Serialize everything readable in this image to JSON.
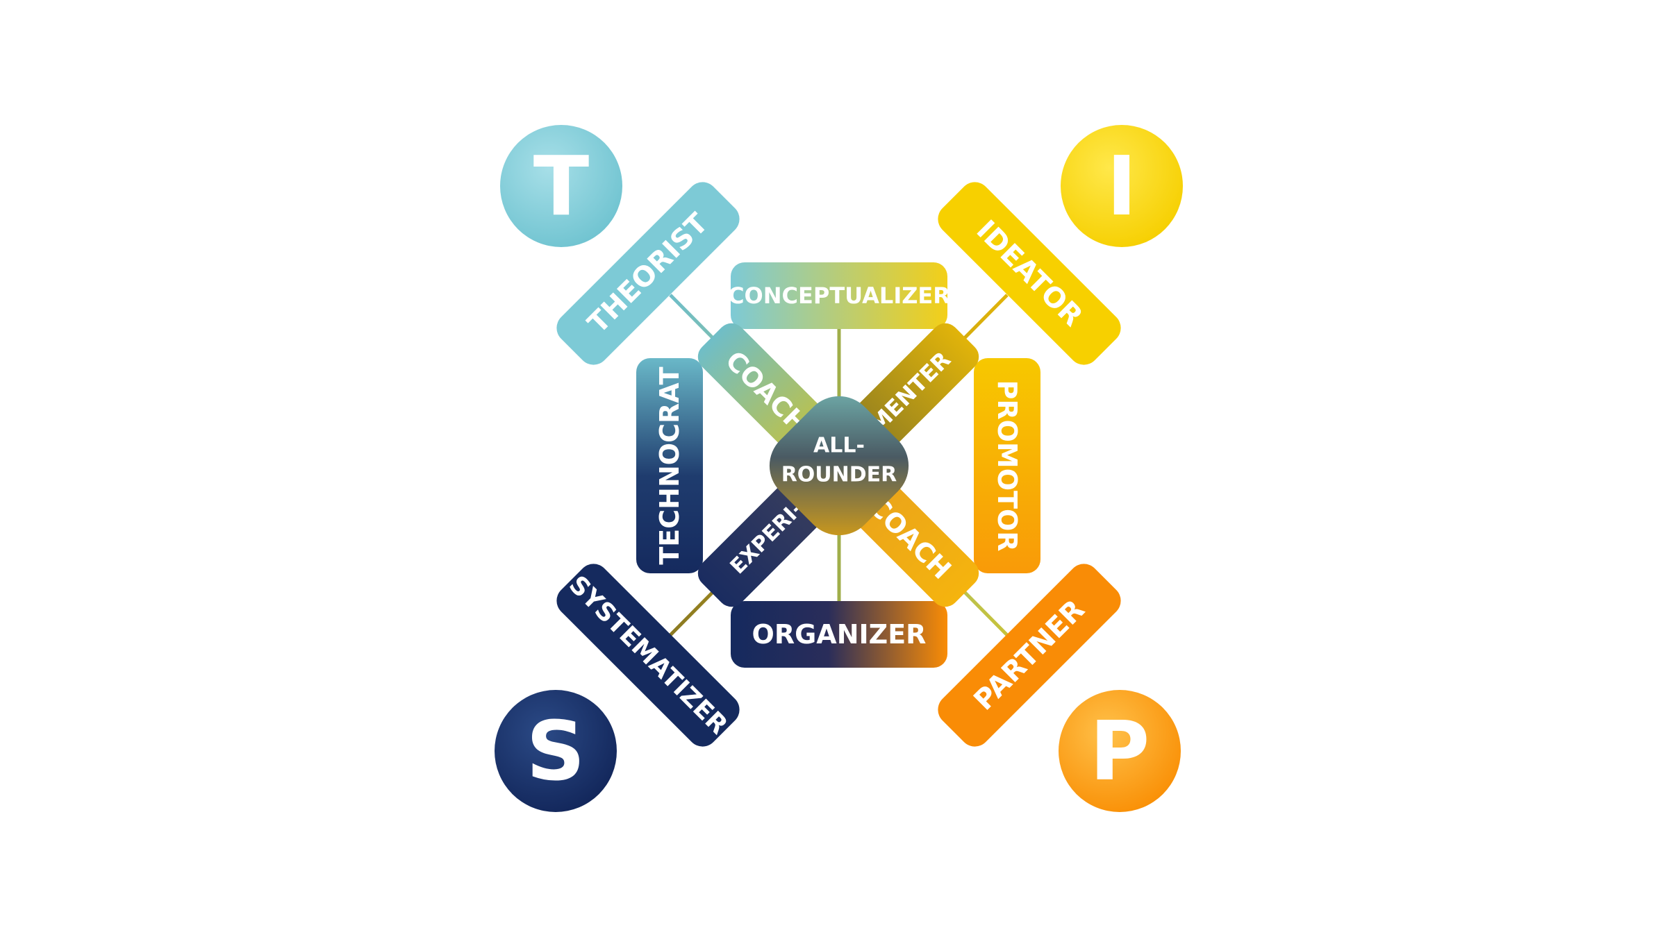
{
  "corners": {
    "t": {
      "letter": "T"
    },
    "i": {
      "letter": "I"
    },
    "s": {
      "letter": "S"
    },
    "p": {
      "letter": "P"
    }
  },
  "roles": {
    "theorist": "THEORIST",
    "ideator": "IDEATOR",
    "systematizer": "SYSTEMATIZER",
    "partner": "PARTNER",
    "conceptualizer": "CONCEPTUALIZER",
    "organizer": "ORGANIZER",
    "technocrat": "TECHNOCRAT",
    "promotor": "PROMOTOR",
    "coach_upper": "COACH",
    "menter": "MENTER",
    "experi": "EXPERI-",
    "coach_lower": "COACH",
    "allrounder_line1": "ALL-",
    "allrounder_line2": "ROUNDER"
  },
  "colors": {
    "t": "#7dcad6",
    "i": "#f7d000",
    "s": "#152a5e",
    "p": "#f98c06"
  }
}
